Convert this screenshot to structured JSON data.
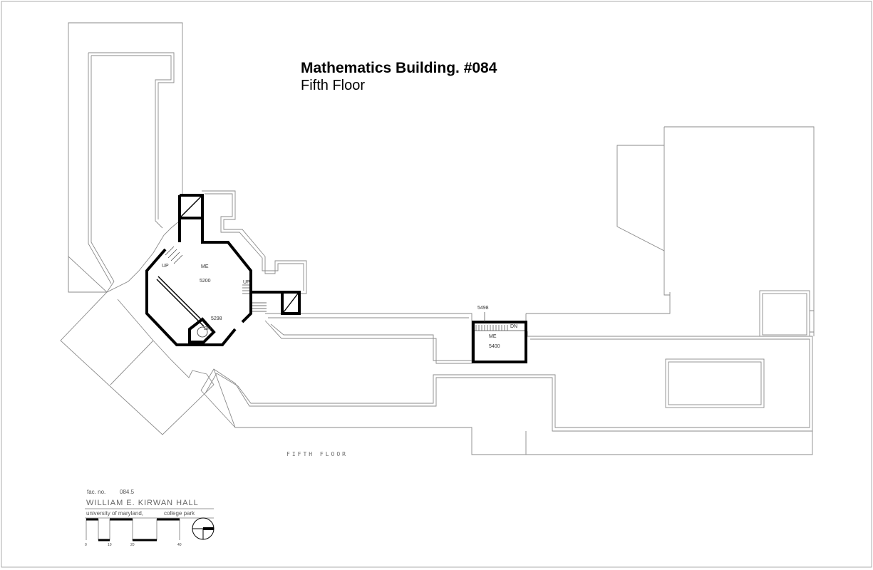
{
  "title": {
    "building": "Mathematics Building. #084",
    "floor": "Fifth Floor"
  },
  "plan": {
    "floor_label": "FIFTH FLOOR",
    "rooms": [
      {
        "id": "me_label_west",
        "text": "ME"
      },
      {
        "id": "room_5200",
        "text": "5200"
      },
      {
        "id": "room_5298",
        "text": "5298"
      },
      {
        "id": "room_5498",
        "text": "5498"
      },
      {
        "id": "me_label_east",
        "text": "ME"
      },
      {
        "id": "room_5400",
        "text": "5400"
      }
    ],
    "stair_labels": {
      "up_west": "UP",
      "up_east": "UP",
      "dn_west": "DN",
      "dn_east": "DN"
    }
  },
  "title_block": {
    "fac_no_label": "fac. no.",
    "fac_no_value": "084.5",
    "building_name": "WILLIAM E. KIRWAN HALL",
    "university": "university of maryland,",
    "campus": "college park",
    "scale_ticks": [
      "0",
      "10",
      "20",
      "40"
    ]
  }
}
